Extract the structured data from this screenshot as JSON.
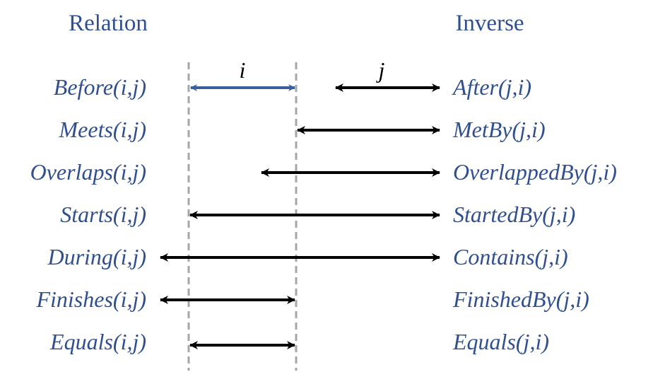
{
  "headers": {
    "relation": "Relation",
    "inverse": "Inverse"
  },
  "interval_labels": {
    "i": "i",
    "j": "j"
  },
  "colors": {
    "label_blue": "#2f4f8f",
    "interval_i": "#3a5f9e",
    "interval_j": "#000000",
    "guide_line": "#a6a6a6"
  },
  "rows": [
    {
      "relation": "Before(i,j)",
      "inverse": "After(j,i)"
    },
    {
      "relation": "Meets(i,j)",
      "inverse": "MetBy(j,i)"
    },
    {
      "relation": "Overlaps(i,j)",
      "inverse": "OverlappedBy(j,i)"
    },
    {
      "relation": "Starts(i,j)",
      "inverse": "StartedBy(j,i)"
    },
    {
      "relation": "During(i,j)",
      "inverse": "Contains(j,i)"
    },
    {
      "relation": "Finishes(i,j)",
      "inverse": "FinishedBy(j,i)"
    },
    {
      "relation": "Equals(i,j)",
      "inverse": "Equals(j,i)"
    }
  ]
}
